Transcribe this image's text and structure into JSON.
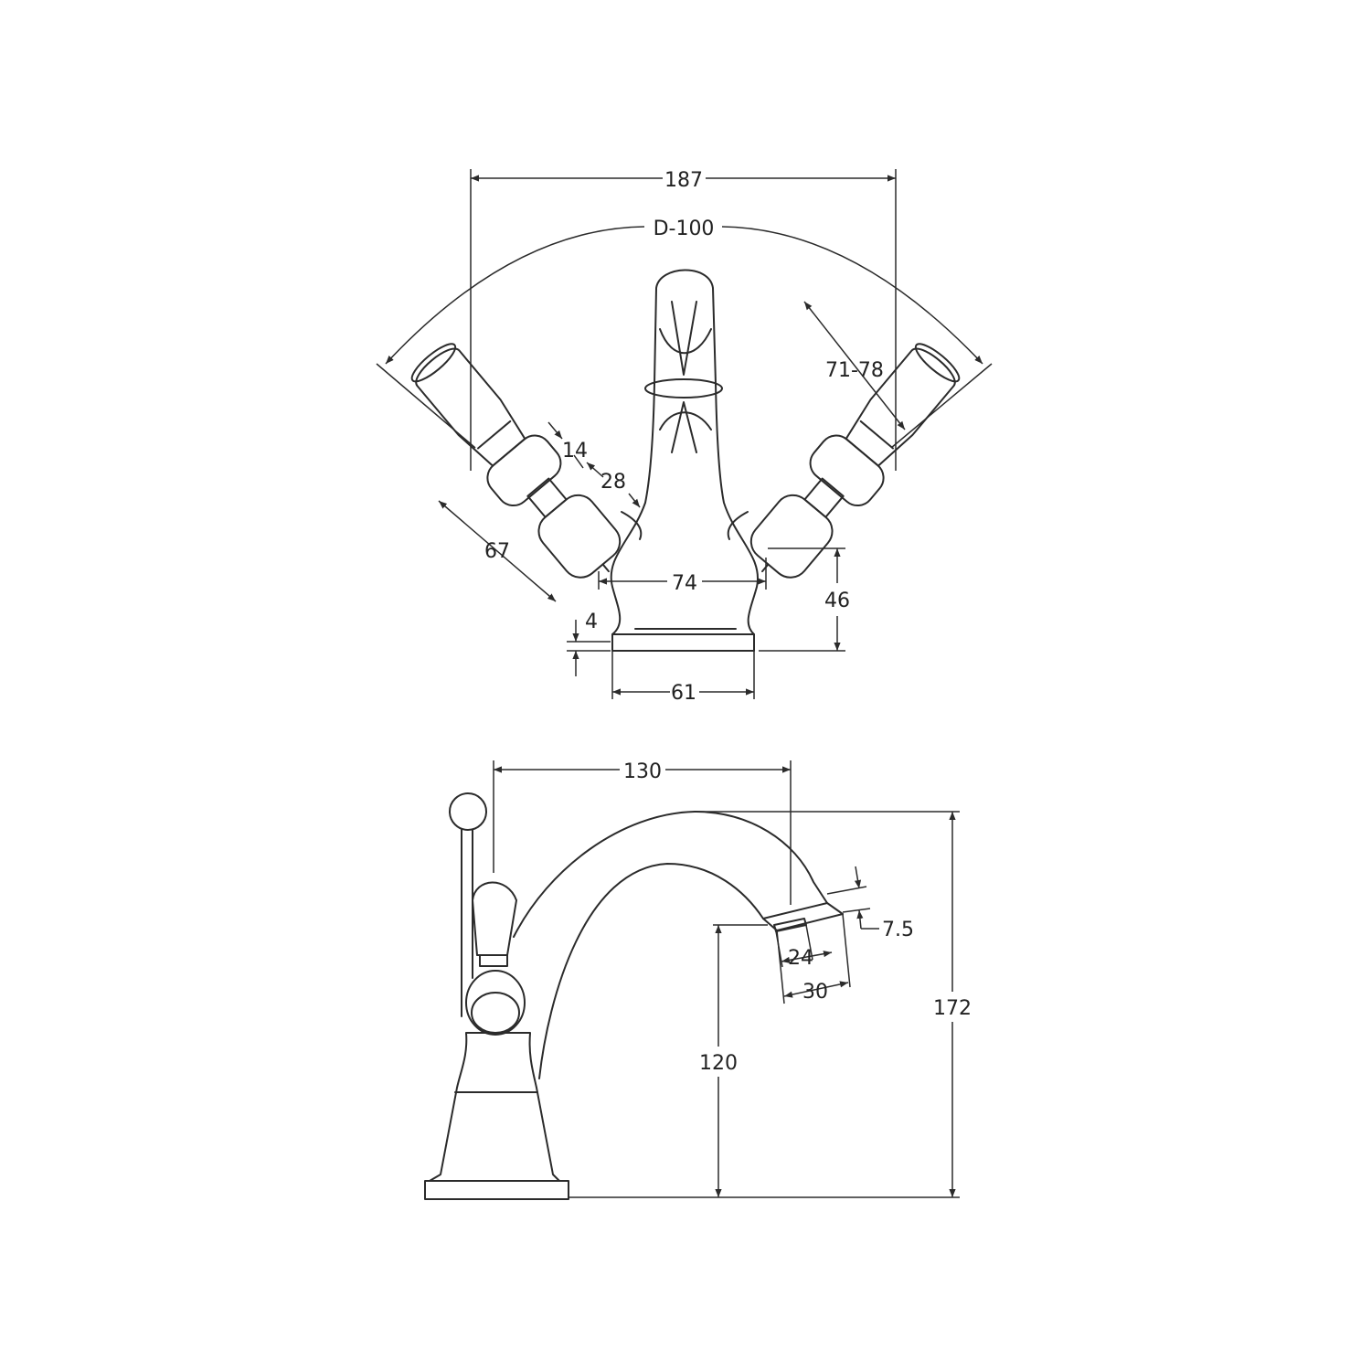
{
  "top_view": {
    "overall_width": "187",
    "spread_arc": "D-100",
    "handle_length": "71-78",
    "handle_neck": "14",
    "shank": "28",
    "handle_reach": "67",
    "body_width": "74",
    "body_height": "46",
    "base_thickness": "4",
    "base_width": "61"
  },
  "side_view": {
    "spout_reach": "130",
    "aerator_thickness": "7.5",
    "aerator_inner": "24",
    "aerator_outer": "30",
    "outlet_height": "120",
    "overall_height": "172"
  },
  "colors": {
    "line": "#2b2b2b",
    "text": "#222222",
    "background": "#ffffff"
  }
}
